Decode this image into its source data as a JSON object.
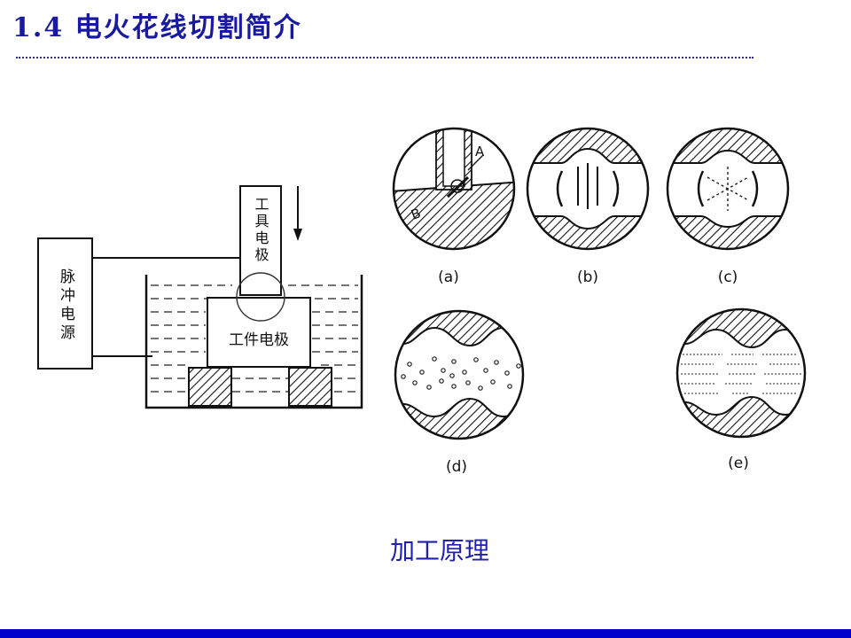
{
  "slide": {
    "title": "1.4 电火花线切割简介",
    "caption": "加工原理"
  },
  "schematic": {
    "pulse_power_label": "脉冲电源",
    "tool_electrode_label": "工具电极",
    "workpiece_electrode_label": "工件电极"
  },
  "stages": {
    "a": {
      "label": "(a)",
      "mark_a": "A",
      "mark_b": "B"
    },
    "b": {
      "label": "(b)"
    },
    "c": {
      "label": "(c)"
    },
    "d": {
      "label": "(d)"
    },
    "e": {
      "label": "(e)"
    }
  },
  "colors": {
    "title": "#1a1aa0",
    "caption": "#2020b0",
    "bottom_bar": "#0000c8"
  }
}
